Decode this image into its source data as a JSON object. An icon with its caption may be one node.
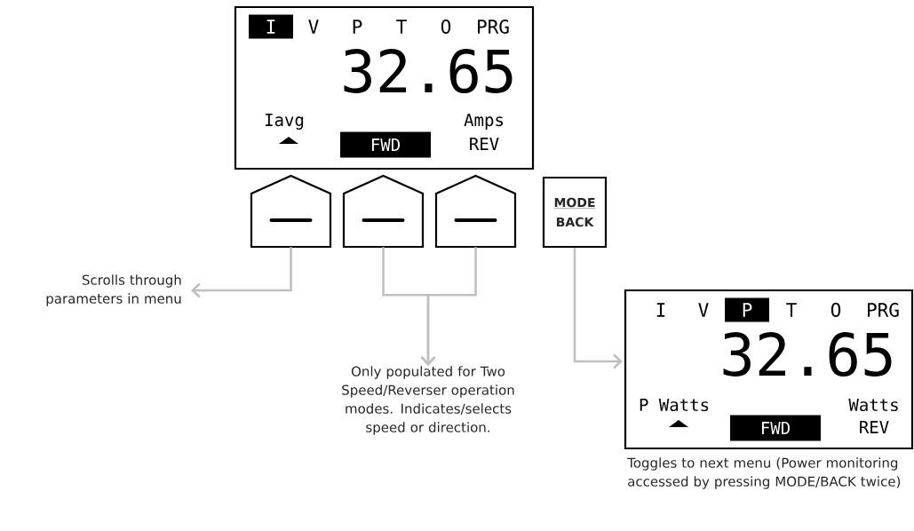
{
  "diagram": {
    "nodes": [
      {
        "text": [
          "I",
          "V",
          "P",
          "T",
          "O",
          "PRG",
          "32.65",
          "Iavg",
          "FWD",
          "Amps",
          "REV"
        ]
      },
      {
        "text": [],
        "shape": "pentagon"
      },
      {
        "text": [],
        "shape": "pentagon"
      },
      {
        "text": [],
        "shape": "pentagon"
      },
      {
        "text": [
          "MODE",
          "BACK"
        ]
      },
      {
        "text": [
          "Scrolls through parameters in menu"
        ]
      },
      {
        "text": [
          "Only populated for Two Speed/Reverser operation modes. Indicates/selects speed or direction."
        ]
      },
      {
        "text": [
          "I",
          "V",
          "P",
          "T",
          "O",
          "PRG",
          "32.65",
          "P Watts",
          "FWD",
          "Watts",
          "REV"
        ],
        "beside": [
          "Toggles to next menu (Power monitoring accessed by pressing MODE/BACK twice)"
        ]
      }
    ],
    "edges": [
      {
        "from": 1,
        "to": 5,
        "arrow": "to"
      },
      {
        "from": 2,
        "to": 6,
        "arrow": "to"
      },
      {
        "from": 3,
        "to": 6,
        "arrow": "to"
      },
      {
        "from": 4,
        "to": 7,
        "arrow": "to"
      }
    ]
  }
}
